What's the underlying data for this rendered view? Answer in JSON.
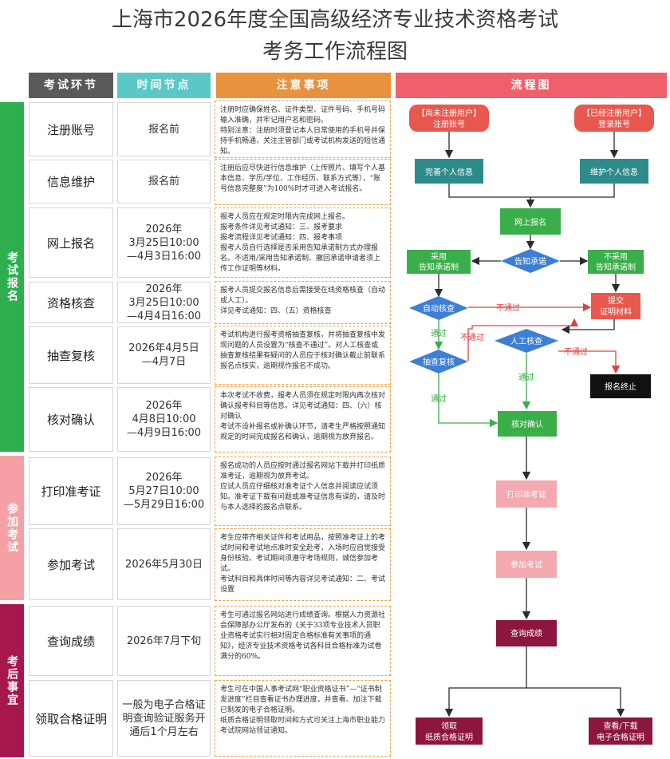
{
  "title_line1": "上海市2026年度全国高级经济专业技术资格考试",
  "title_line2": "考务工作流程图",
  "headers": {
    "step": "考试环节",
    "time": "时间节点",
    "note": "注意事项",
    "flow": "流程图"
  },
  "phases": {
    "p1": "考试报名",
    "p2": "参加考试",
    "p3": "考后事宜"
  },
  "rows": [
    {
      "step": "注册账号",
      "time": "报名前",
      "note": "注册时应确保姓名、证件类型、证件号码、手机号码输入准确，并牢记用户名和密码。\n特别注意：注册时须登记本人日常使用的手机号并保持手机畅通，关注主管部门或考试机构发送的短信通知。"
    },
    {
      "step": "信息维护",
      "time": "报名前",
      "note": "注册后应尽快进行信息维护（上传照片、填写个人基本信息、学历/学位、工作经历、联系方式等），“账号信息完整度”为100%时才可进入考试报名。"
    },
    {
      "step": "网上报名",
      "time": "2026年\n3月25日10:00\n—4月3日16:00",
      "note": "报考人员应在规定时限内完成网上报名。\n报考条件详见考试通知：三、报考要求\n报考流程详见考试通知：四、报考事项\n报考人员自行选择是否采用告知承诺制方式办理报名。不适用/采用告知承诺制、撤回承诺申请者须上传工作证明等材料。"
    },
    {
      "step": "资格核查",
      "time": "2026年\n3月25日10:00\n—4月4日16:00",
      "note": "报考人员提交报名信息后需接受在线资格核查（自动或人工）。\n详见考试通知：四、（五）资格核查"
    },
    {
      "step": "抽查复核",
      "time": "2026年4月5日\n—4月7日",
      "note": "考试机构进行报考资格抽查复核，并将抽查复核中发现问题的人员设置为“核查不通过”。对人工核查或抽查复核结果有疑问的人员应于核对确认截止前联系报名点核实，逾期视作报名不成功。"
    },
    {
      "step": "核对确认",
      "time": "2026年\n4月8日10:00\n—4月9日16:00",
      "note": "本次考试不收费，报考人员须在规定时限内再次核对确认报考科目等信息。详见考试通知：四、（六）核对确认\n考试不设补报名或补确认环节，请考生严格按照通知规定的时间完成报名和确认，逾期视为放弃报名。"
    },
    {
      "step": "打印准考证",
      "time": "2026年\n5月27日10:00\n—5月29日16:00",
      "note": "报名成功的人员应按时通过报名网站下载并打印纸质准考证，逾期视为放弃考试。\n应试人员应仔细核对准考证个人信息并阅读应试须知。准考证下载有问题或准考证信息有误的，请及时与本人选择的报名点联系。"
    },
    {
      "step": "参加考试",
      "time": "2026年5月30日",
      "note": "考生应带齐相关证件和考试用品，按照准考证上的考试时间和考试地点准时安全赴考，入场时应自觉接受身份核验。考试期间须遵守考场规则，诚信参加考试。\n考试科目和具体时间等内容详见考试通知：二、考试设置"
    },
    {
      "step": "查询成绩",
      "time": "2026年7月下旬",
      "note": "考生可通过报名网站进行成绩查询。根据人力资源社会保障部办公厅发布的《关于33项专业技术人员职业资格考试实行相对固定合格标准有关事项的通知》，经济专业技术资格考试各科目合格标准为试卷满分的60%。"
    },
    {
      "step": "领取合格证明",
      "time": "一般为电子合格证明查询验证服务开通后1个月左右",
      "note": "考生可在中国人事考试网“职业资格证书”—“证书制发进度”栏目查看证书办理进度，并查看、加注下载已制发的电子合格证明。\n纸质合格证明领取时间和方式可关注上海市职业能力考试院网站领证通知。"
    }
  ],
  "flow": {
    "start_new_l1": "【尚未注册用户】",
    "start_new_l2": "注册账号",
    "start_old_l1": "【已经注册用户】",
    "start_old_l2": "登录账号",
    "complete_info": "完善个人信息",
    "maintain_info": "维护个人信息",
    "online_reg": "网上报名",
    "promise": "告知承诺",
    "adopt_l1": "采用",
    "adopt_l2": "告知承诺制",
    "not_adopt_l1": "不采用",
    "not_adopt_l2": "告知承诺制",
    "auto_check": "自动核查",
    "submit_l1": "提交",
    "submit_l2": "证明材料",
    "manual_check": "人工核查",
    "spot_check": "抽查复核",
    "reg_end": "报名终止",
    "confirm": "核对确认",
    "print_ticket": "打印准考证",
    "take_exam": "参加考试",
    "score": "查询成绩",
    "paper_cert_l1": "领取",
    "paper_cert_l2": "纸质合格证明",
    "e_cert_l1": "查看/下载",
    "e_cert_l2": "电子合格证明",
    "pass": "通过",
    "fail": "不通过"
  },
  "colors": {
    "header_step": "#5a5a5a",
    "header_time": "#5bc8c8",
    "header_note": "#e8913f",
    "header_flow": "#f0606a",
    "phase1": "#2fae4f",
    "phase2": "#f4a0a4",
    "phase3": "#a8164e",
    "teal": "#2e8b8b",
    "green": "#3aae4a",
    "blue": "#3d7fd6",
    "red": "#e8584f",
    "pink": "#f3a9b0",
    "maroon": "#8c1640",
    "black": "#111111"
  }
}
